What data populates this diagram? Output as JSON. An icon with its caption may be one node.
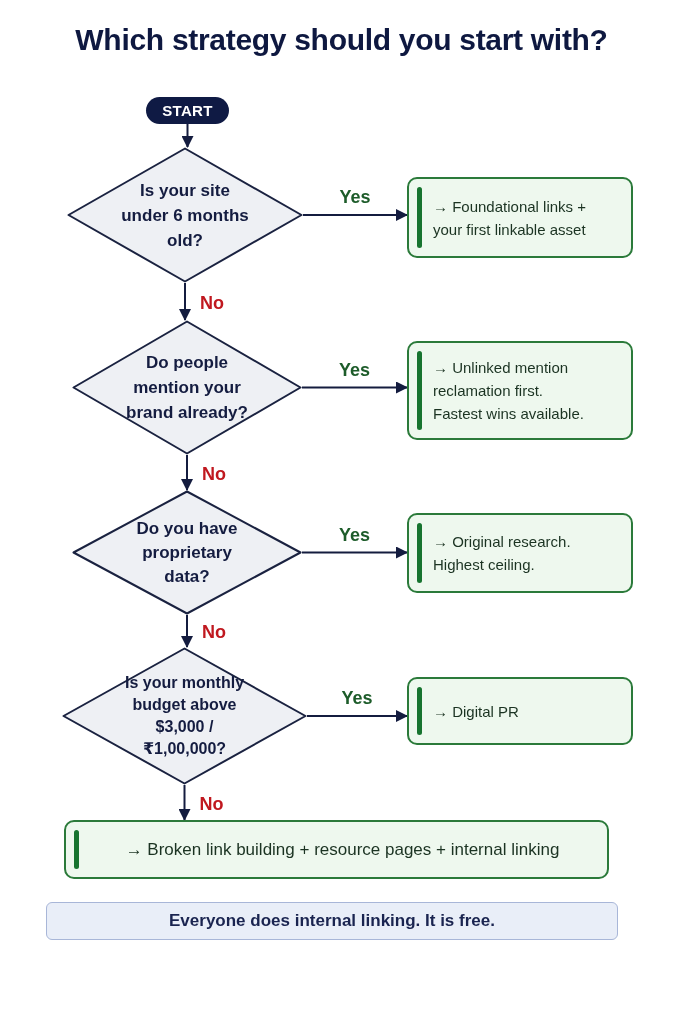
{
  "diagram": {
    "title": "Which strategy should you start with?",
    "nodes": [
      {
        "text": [
          "START"
        ]
      },
      {
        "text": [
          "Is your site under 6 months old?"
        ]
      },
      {
        "text": [
          "→ Foundational links + your first linkable asset"
        ]
      },
      {
        "text": [
          "Do people mention your brand already?"
        ]
      },
      {
        "text": [
          "→ Unlinked mention reclamation first. Fastest wins available."
        ]
      },
      {
        "text": [
          "Do you have proprietary data?"
        ]
      },
      {
        "text": [
          "→ Original research. Highest ceiling."
        ]
      },
      {
        "text": [
          "Is your monthly budget above $3,000 / ₹1,00,000?"
        ]
      },
      {
        "text": [
          "→ Digital PR"
        ]
      },
      {
        "text": [
          "→ Broken link building + resource pages + internal linking"
        ]
      },
      {
        "text": [
          "Everyone does internal linking. It is free."
        ]
      }
    ],
    "edges": [
      {
        "from": 0,
        "to": 1,
        "arrow": "to"
      },
      {
        "from": 1,
        "to": 2,
        "arrow": "to",
        "label": "Yes"
      },
      {
        "from": 1,
        "to": 3,
        "arrow": "to",
        "label": "No"
      },
      {
        "from": 3,
        "to": 4,
        "arrow": "to",
        "label": "Yes"
      },
      {
        "from": 3,
        "to": 5,
        "arrow": "to",
        "label": "No"
      },
      {
        "from": 5,
        "to": 6,
        "arrow": "to",
        "label": "Yes"
      },
      {
        "from": 5,
        "to": 7,
        "arrow": "to",
        "label": "No"
      },
      {
        "from": 7,
        "to": 8,
        "arrow": "to",
        "label": "Yes"
      },
      {
        "from": 7,
        "to": 9,
        "arrow": "to",
        "label": "No"
      }
    ]
  }
}
